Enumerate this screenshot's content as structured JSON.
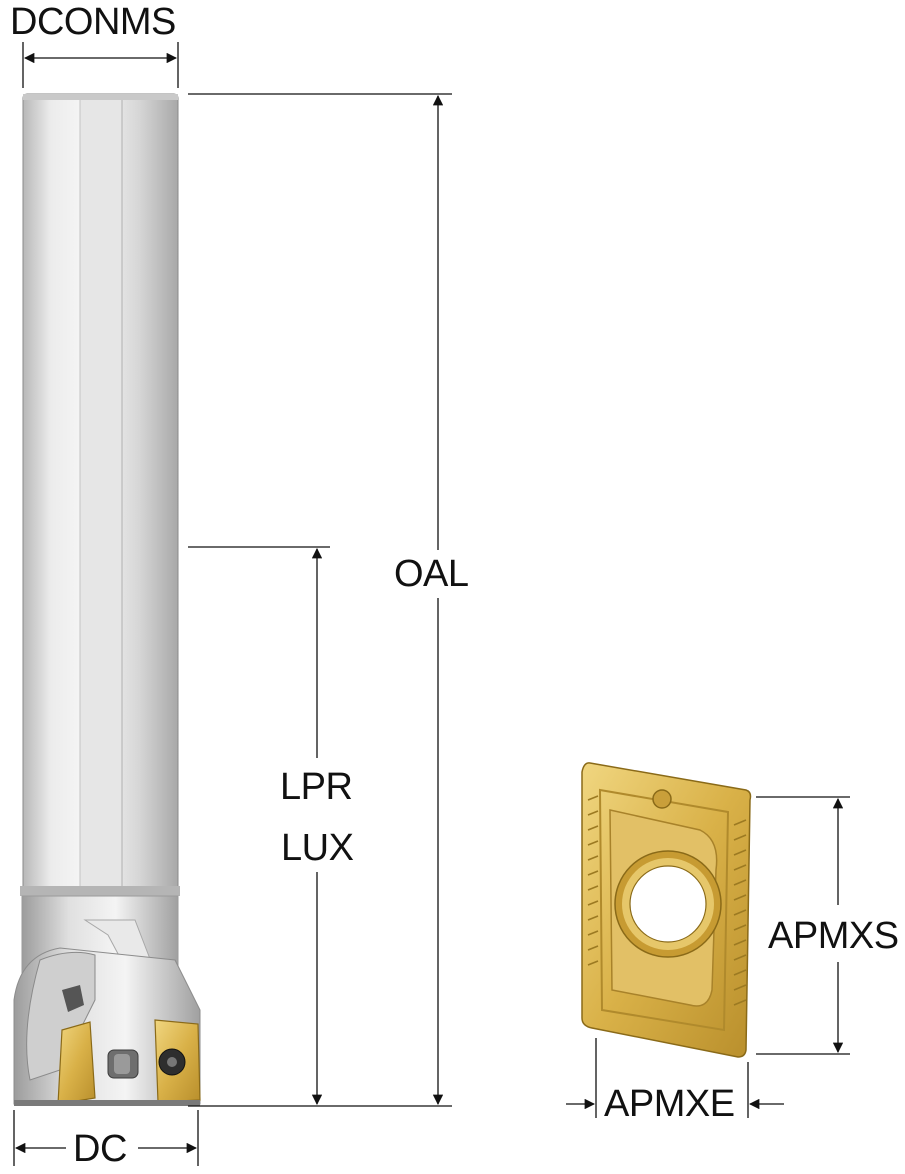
{
  "diagram": {
    "labels": {
      "dconms": "DCONMS",
      "oal": "OAL",
      "lpr": "LPR",
      "lux": "LUX",
      "apmxs": "APMXS",
      "apmxe": "APMXE",
      "dc": "DC"
    },
    "colors": {
      "line": "#111111",
      "shank_light": "#f2f2f2",
      "shank_mid": "#cfcfcf",
      "shank_dark": "#9a9a9a",
      "insert_gold": "#d8b24a",
      "insert_gold_dark": "#a88324",
      "insert_gold_light": "#f2dc8a"
    },
    "parts": [
      "end-mill-tool",
      "indexable-insert"
    ]
  }
}
